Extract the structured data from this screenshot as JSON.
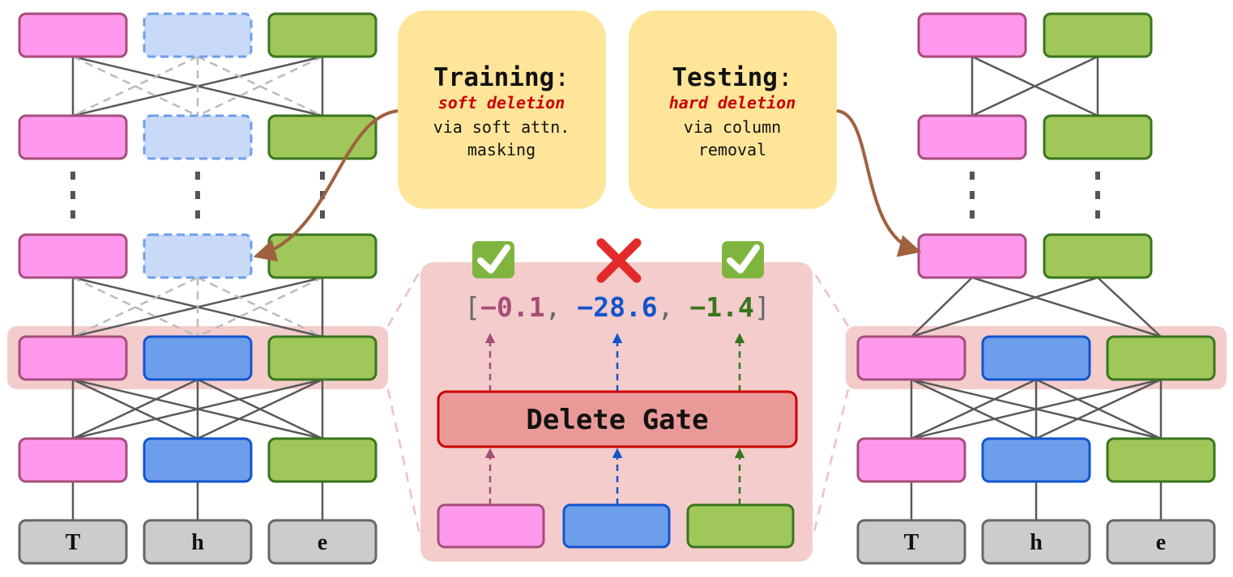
{
  "left_tokens": [
    "T",
    "h",
    "e"
  ],
  "right_tokens": [
    "T",
    "h",
    "e"
  ],
  "training": {
    "title": "Training",
    "colon": ":",
    "method": "soft deletion",
    "line1": "via soft attn.",
    "line2": "masking"
  },
  "testing": {
    "title": "Testing",
    "colon": ":",
    "method": "hard deletion",
    "line1": "via column",
    "line2": "removal"
  },
  "gate": {
    "label": "Delete Gate",
    "open_bracket": "[",
    "close_bracket": "]",
    "comma": ",",
    "values": [
      "−0.1",
      "−28.6",
      "−1.4"
    ],
    "status_icons": [
      "check-icon",
      "cross-icon",
      "check-icon"
    ]
  },
  "colors": {
    "pink": "#ff99ee",
    "pink_border": "#a64d79",
    "blue": "#6d9eeb",
    "blue_border": "#1155cc",
    "light_blue": "#c9daf8",
    "light_blue_border": "#6d9eeb",
    "green": "#9fc75a",
    "green_border": "#38761d",
    "gray": "#cccccc",
    "gray_border": "#666666",
    "highlight": "#f4cccc",
    "callout": "#ffe599",
    "arrow": "#a0613f",
    "gate_fill": "#ea9999",
    "gate_border": "#cc0000",
    "deletion_text": "#cc0000",
    "value_pink": "#a64d79",
    "value_blue": "#1155cc",
    "value_green": "#38761d"
  }
}
